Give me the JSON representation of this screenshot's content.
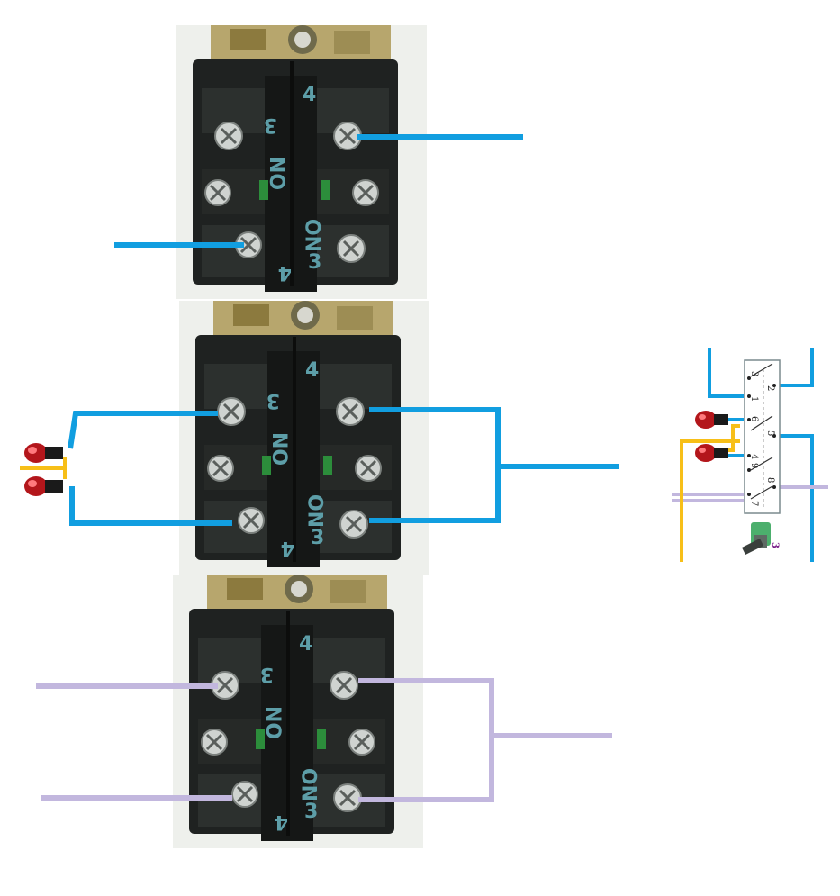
{
  "colors": {
    "wire_blue": "#119ee0",
    "wire_yellow": "#f7bf18",
    "wire_lavender": "#c2b7de",
    "block_body": "#202322",
    "terminal_label": "#5d9ea8",
    "lamp_red": "#b3161b",
    "background": "#ffffff",
    "switch_label": "#7a1e89"
  },
  "blocks": [
    {
      "t_top_left": "3",
      "t_top_right": "4",
      "no_left": "NO",
      "no_right": "NO",
      "t_bottom_left": "4",
      "t_bottom_right": "3"
    },
    {
      "t_top_left": "3",
      "t_top_right": "4",
      "no_left": "NO",
      "no_right": "NO",
      "t_bottom_left": "4",
      "t_bottom_right": "3"
    },
    {
      "t_top_left": "3",
      "t_top_right": "4",
      "no_left": "NO",
      "no_right": "NO",
      "t_bottom_left": "4",
      "t_bottom_right": "3"
    }
  ],
  "schematic": {
    "terminals": [
      "3",
      "2",
      "1",
      "6",
      "5",
      "4",
      "9",
      "7",
      "8"
    ],
    "switch_label": "3"
  },
  "icons": [
    "pilot-lamp-icon",
    "selector-switch-icon",
    "terminal-screw-icon"
  ]
}
